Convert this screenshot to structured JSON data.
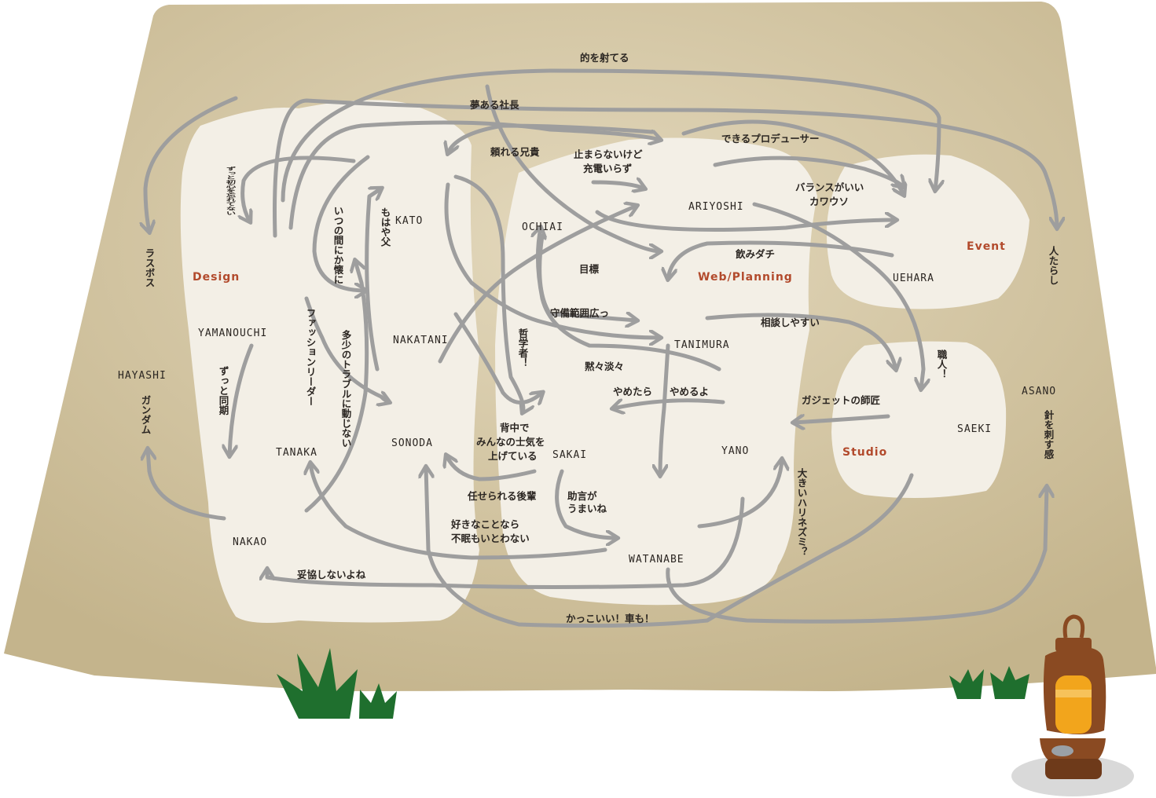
{
  "teams": {
    "design": "Design",
    "web_planning": "Web/Planning",
    "event": "Event",
    "studio": "Studio"
  },
  "people": {
    "kato": "KATO",
    "ochiai": "OCHIAI",
    "ariyoshi": "ARIYOSHI",
    "uehara": "UEHARA",
    "yamanouchi": "YAMANOUCHI",
    "nakatani": "NAKATANI",
    "tanimura": "TANIMURA",
    "hayashi": "HAYASHI",
    "tanaka": "TANAKA",
    "sonoda": "SONODA",
    "sakai": "SAKAI",
    "yano": "YANO",
    "saeki": "SAEKI",
    "asano": "ASANO",
    "nakao": "NAKAO",
    "watanabe": "WATANABE"
  },
  "relations": {
    "mato": "的を射てる",
    "yume": "夢ある社長",
    "tayoreru": "頼れる兄貴",
    "tomaranai_1": "止まらないけど",
    "tomaranai_2": "充電いらず",
    "dekiru": "できるプロデューサー",
    "balance_1": "バランスがいい",
    "balance_2": "カワウソ",
    "nomi": "飲みダチ",
    "mokuhyou": "目標",
    "shubi": "守備範囲広っ",
    "soudan": "相談しやすい",
    "mokumoku": "黙々淡々",
    "yametara": "やめたら",
    "yameru": "やめるよ",
    "gadget": "ガジェットの師匠",
    "senaka_1": "背中で",
    "senaka_2": "みんなの士気を",
    "senaka_3": "上げている",
    "makaserareru": "任せられる後輩",
    "jogen_1": "助言が",
    "jogen_2": "うまいね",
    "suki_1": "好きなことなら",
    "suki_2": "不眠もいとわない",
    "dakyou": "妥協しないよね",
    "kakkoii": "かっこいい！車も！",
    "zutto_shoshin": "ずっと初心を忘れてない",
    "itsunomani": "いつの間にか懐に",
    "mohaya": "もはや父",
    "rasubosu": "ラスボス",
    "fashion": "ファッションリーダー",
    "trouble": "多少のトラブルに動じない",
    "zutto_douki": "ずっと同期",
    "gundam": "ガンダム",
    "tetsugaku": "哲学者！",
    "hitotarashi": "人たらし",
    "shokunin": "職人！",
    "harinezumi": "大きいハリネズミ？",
    "hari": "針を刺す感"
  },
  "colors": {
    "tent": "#c9bb96",
    "tent_light": "#dccfae",
    "blob": "#f3efe6",
    "arrow": "#9e9e9e",
    "team_label": "#b24a2c",
    "grass": "#1f6f2e",
    "lantern_body": "#8a4a22",
    "lantern_glass": "#f2a51c"
  }
}
